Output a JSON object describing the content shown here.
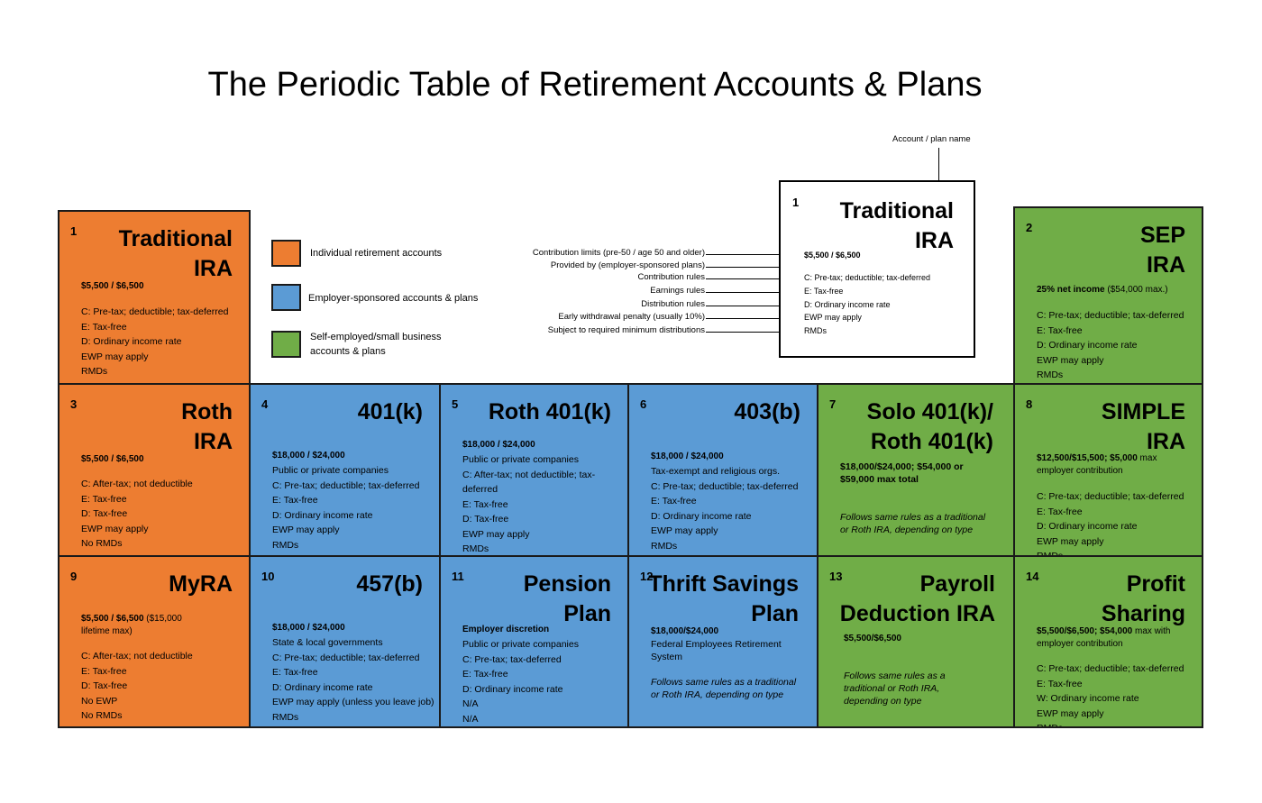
{
  "title": "The Periodic Table of Retirement Accounts & Plans",
  "colors": {
    "individual": "#ed7d31",
    "employer": "#5b9bd5",
    "self_employed": "#70ad47"
  },
  "legend": {
    "individual": "Individual retirement accounts",
    "employer": "Employer-sponsored accounts & plans",
    "self_employed_1": "Self-employed/small business",
    "self_employed_2": "accounts & plans"
  },
  "key": {
    "top_label": "Account / plan name",
    "number": "1",
    "name_1": "Traditional",
    "name_2": "IRA",
    "labels": [
      "Contribution limits (pre-50 / age 50 and older)",
      "Provided by (employer-sponsored plans)",
      "Contribution rules",
      "Earnings rules",
      "Distribution rules",
      "Early withdrawal penalty (usually 10%)",
      "Subject to required minimum distributions"
    ],
    "values": [
      "$5,500 / $6,500",
      "C: Pre-tax; deductible; tax-deferred",
      "E: Tax-free",
      "D: Ordinary income rate",
      "EWP may apply",
      "RMDs"
    ]
  },
  "cells": {
    "c1": {
      "num": "1",
      "name_1": "Traditional",
      "name_2": "IRA",
      "limit": "$5,500 / $6,500",
      "rules": [
        "C: Pre-tax; deductible; tax-deferred",
        "E: Tax-free",
        "D: Ordinary income rate",
        "EWP may apply",
        "RMDs"
      ]
    },
    "c2": {
      "num": "2",
      "name_1": "SEP",
      "name_2": "IRA",
      "limit": "25% net income",
      "limit_extra": " ($54,000 max.)",
      "rules": [
        "C: Pre-tax; deductible; tax-deferred",
        "E: Tax-free",
        "D: Ordinary income rate",
        "EWP may apply",
        "RMDs"
      ]
    },
    "c3": {
      "num": "3",
      "name_1": "Roth",
      "name_2": "IRA",
      "limit": "$5,500 / $6,500",
      "rules": [
        "C: After-tax; not deductible",
        "E: Tax-free",
        "D: Tax-free",
        "EWP may apply",
        "No RMDs"
      ]
    },
    "c4": {
      "num": "4",
      "name_1": "401(k)",
      "limit": "$18,000 / $24,000",
      "rules": [
        "Public or private companies",
        "C: Pre-tax; deductible; tax-deferred",
        "E: Tax-free",
        "D: Ordinary income rate",
        "EWP may apply",
        "RMDs"
      ]
    },
    "c5": {
      "num": "5",
      "name_1": "Roth 401(k)",
      "limit": "$18,000 / $24,000",
      "rules": [
        "Public or private companies",
        "C: After-tax; not deductible; tax-deferred",
        "E: Tax-free",
        "D: Tax-free",
        "EWP may apply",
        "RMDs"
      ]
    },
    "c6": {
      "num": "6",
      "name_1": "403(b)",
      "limit": "$18,000 / $24,000",
      "rules": [
        "Tax-exempt and religious orgs.",
        "C: Pre-tax; deductible; tax-deferred",
        "E: Tax-free",
        "D: Ordinary income rate",
        "EWP may apply",
        "RMDs"
      ]
    },
    "c7": {
      "num": "7",
      "name_1": "Solo 401(k)/",
      "name_2": "Roth 401(k)",
      "limit": "$18,000/$24,000; $54,000 or $59,000 max total",
      "note": "Follows same rules as a traditional or Roth IRA, depending on type"
    },
    "c8": {
      "num": "8",
      "name_1": "SIMPLE",
      "name_2": "IRA",
      "limit": "$12,500/$15,500; $5,000",
      "limit_extra": " max employer contribution",
      "rules": [
        "C: Pre-tax; deductible; tax-deferred",
        "E: Tax-free",
        "D: Ordinary income rate",
        "EWP may apply",
        "RMDs"
      ]
    },
    "c9": {
      "num": "9",
      "name_1": "MyRA",
      "limit": "$5,500 / $6,500",
      "limit_extra": " ($15,000 lifetime max)",
      "rules": [
        "C: After-tax; not deductible",
        "E: Tax-free",
        "D: Tax-free",
        "No EWP",
        "No RMDs"
      ]
    },
    "c10": {
      "num": "10",
      "name_1": "457(b)",
      "limit": "$18,000 / $24,000",
      "rules": [
        "State & local governments",
        "C: Pre-tax; deductible; tax-deferred",
        "E: Tax-free",
        "D: Ordinary income rate",
        "EWP may apply (unless you leave job)",
        "RMDs"
      ]
    },
    "c11": {
      "num": "11",
      "name_1": "Pension",
      "name_2": "Plan",
      "limit": "Employer discretion",
      "rules": [
        "Public or private companies",
        "C: Pre-tax; tax-deferred",
        "E: Tax-free",
        "D: Ordinary income rate",
        "N/A",
        "N/A"
      ]
    },
    "c12": {
      "num": "12",
      "name_1": "Thrift Savings",
      "name_2": "Plan",
      "limit": "$18,000/$24,000",
      "sub": "Federal Employees Retirement System",
      "note": "Follows same rules as a traditional or Roth IRA, depending on type"
    },
    "c13": {
      "num": "13",
      "name_1": "Payroll",
      "name_2": "Deduction IRA",
      "limit": "$5,500/$6,500",
      "note": "Follows same rules as a traditional or Roth IRA, depending on type"
    },
    "c14": {
      "num": "14",
      "name_1": "Profit",
      "name_2": "Sharing",
      "limit": "$5,500/$6,500; $54,000",
      "limit_extra": " max with employer contribution",
      "rules": [
        "C: Pre-tax; deductible; tax-deferred",
        "E: Tax-free",
        "W: Ordinary income rate",
        "EWP may apply",
        "RMDs"
      ]
    }
  }
}
